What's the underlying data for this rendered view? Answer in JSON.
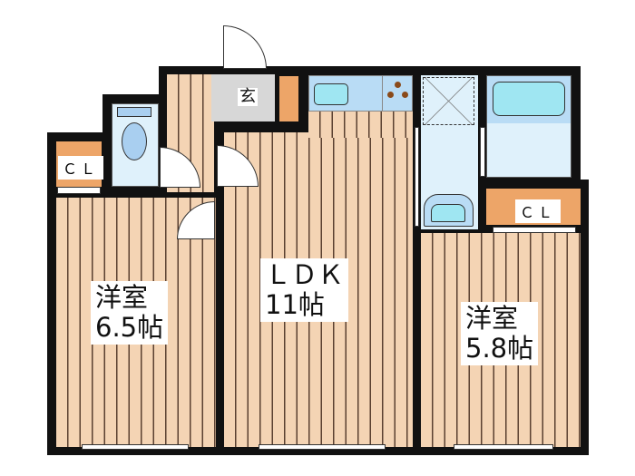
{
  "rooms": {
    "western_left": {
      "name": "洋室",
      "size": "6.5帖"
    },
    "ldk": {
      "name": "ＬＤＫ",
      "size": "11帖"
    },
    "western_right": {
      "name": "洋室",
      "size": "5.8帖"
    },
    "closet_left": "ＣＬ",
    "closet_right": "ＣＬ",
    "entrance": "玄"
  },
  "colors": {
    "wood": "#f4d4b4",
    "wet": "#dff1fb",
    "storage": "#eda568",
    "wall": "#111111"
  }
}
